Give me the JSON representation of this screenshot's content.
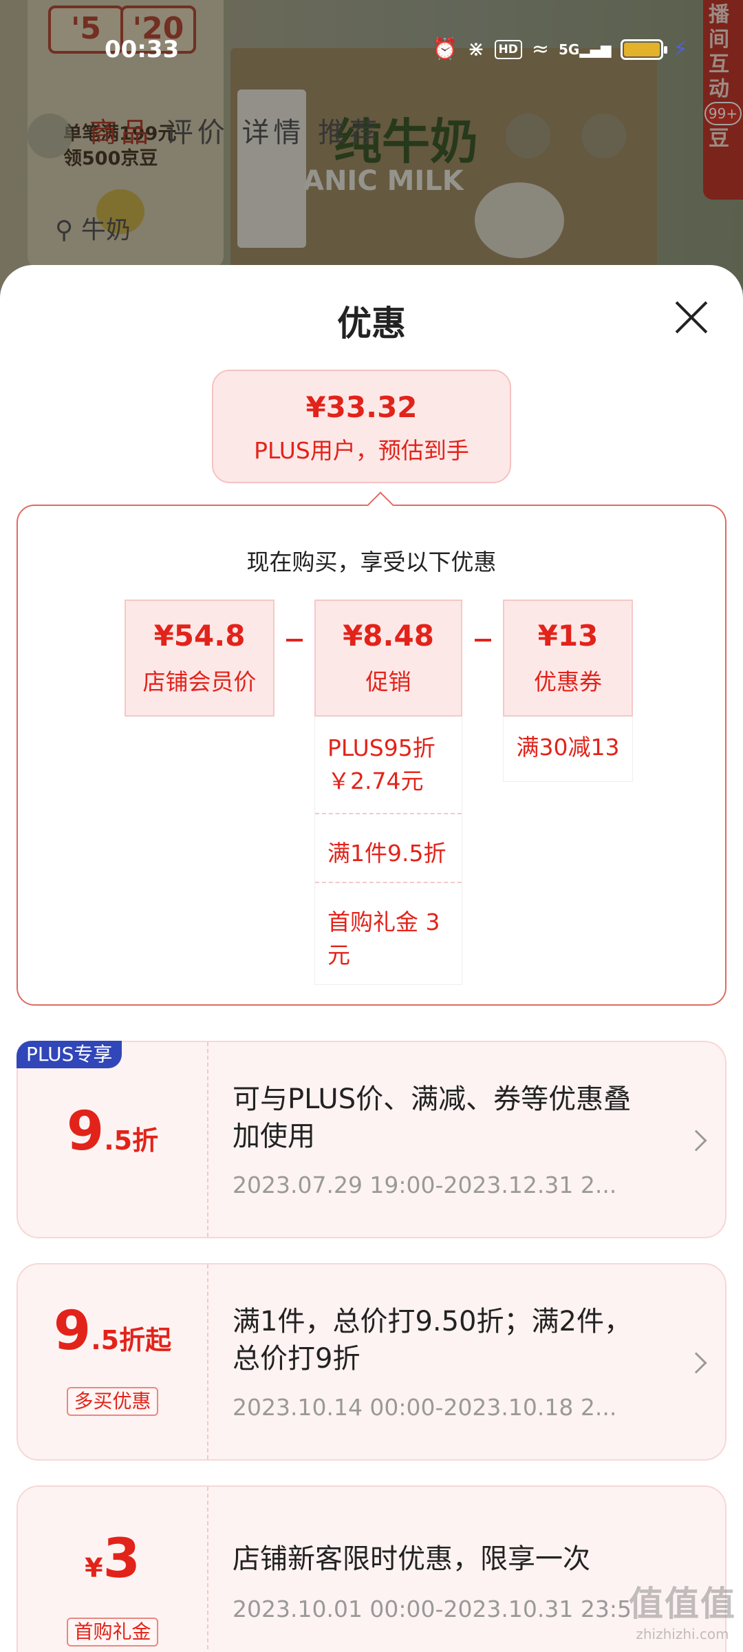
{
  "status_bar": {
    "time": "00:33",
    "icons": [
      "alarm-icon",
      "bluetooth-icon",
      "hd-icon",
      "wifi-icon",
      "5g-signal-icon",
      "battery-icon",
      "charging-icon"
    ],
    "hd_label": "HD",
    "net_label": "5G"
  },
  "background": {
    "promo_tags": [
      "'5",
      "'20"
    ],
    "promo_line1": "单笔满199元",
    "promo_line2": "领500京豆",
    "tabs": [
      "商品",
      "评价",
      "详情",
      "推荐"
    ],
    "product_title": "纯牛奶",
    "product_en": "ANIC MILK",
    "search_text": "牛奶",
    "right_tab_text": "播间互动抽豆",
    "right_badge": "99+"
  },
  "sheet": {
    "title": "优惠",
    "estimate": {
      "price": "¥33.32",
      "label": "PLUS用户，预估到手"
    },
    "breakdown": {
      "title": "现在购买，享受以下优惠",
      "boxes": [
        {
          "amount": "¥54.8",
          "label": "店铺会员价"
        },
        {
          "amount": "¥8.48",
          "label": "促销"
        },
        {
          "amount": "¥13",
          "label": "优惠券"
        }
      ],
      "promo_items": [
        "PLUS95折 ￥2.74元",
        "满1件9.5折",
        "首购礼金 3元"
      ],
      "coupon_items": [
        "满30减13"
      ]
    },
    "offers": [
      {
        "badge": "PLUS专享",
        "big": "9",
        "small": ".5折",
        "desc": "可与PLUS价、满减、券等优惠叠加使用",
        "date": "2023.07.29 19:00-2023.12.31 2..."
      },
      {
        "big": "9",
        "small": ".5折起",
        "tag": "多买优惠",
        "desc": "满1件，总价打9.50折；满2件，总价打9折",
        "date": "2023.10.14 00:00-2023.10.18 2..."
      },
      {
        "currency": "¥",
        "big": "3",
        "tag": "首购礼金",
        "desc": "店铺新客限时优惠，限享一次",
        "date": "2023.10.01 00:00-2023.10.31 23:59"
      }
    ]
  },
  "watermark": {
    "mark": "值值值",
    "url": "zhizhizhi.com"
  },
  "colors": {
    "accent_red": "#e2231a",
    "plus_blue": "#3146b8",
    "pink_bg": "#fde8e8"
  }
}
